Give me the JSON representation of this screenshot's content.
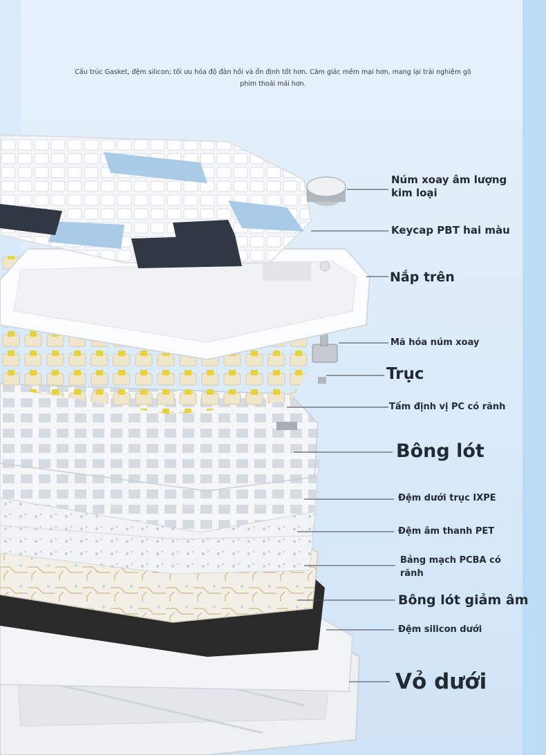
{
  "intro_text": "Cấu trúc Gasket, đệm silicon; tối ưu hóa độ đàn hồi và ổn định tốt hơn. Cảm giác mềm mại hơn, mang lại trải nghiệm gõ phím thoải mái hơn.",
  "labels": {
    "knob": "Núm xoay âm lượng kim loại",
    "keycap": "Keycap PBT hai màu",
    "top_case": "Nắp trên",
    "encoder": "Mã hóa núm xoay",
    "switch": "Trục",
    "plate": "Tấm định vị PC có rãnh",
    "foam": "Bông lót",
    "ixpe": "Đệm dưới trục IXPE",
    "pet": "Đệm âm thanh PET",
    "pcba": "Bảng mạch PCBA có rãnh",
    "dampening": "Bông lót giảm âm",
    "silicone": "Đệm silicon dưới",
    "bottom_case": "Vỏ dưới"
  },
  "colors": {
    "background": "#dcebf9",
    "accent_blue": "#a9cbe8",
    "dark_keycap": "#2f3843",
    "switch_yellow": "#e8d23a",
    "switch_housing": "#efe6cc",
    "foam_black": "#2a2a2a"
  }
}
